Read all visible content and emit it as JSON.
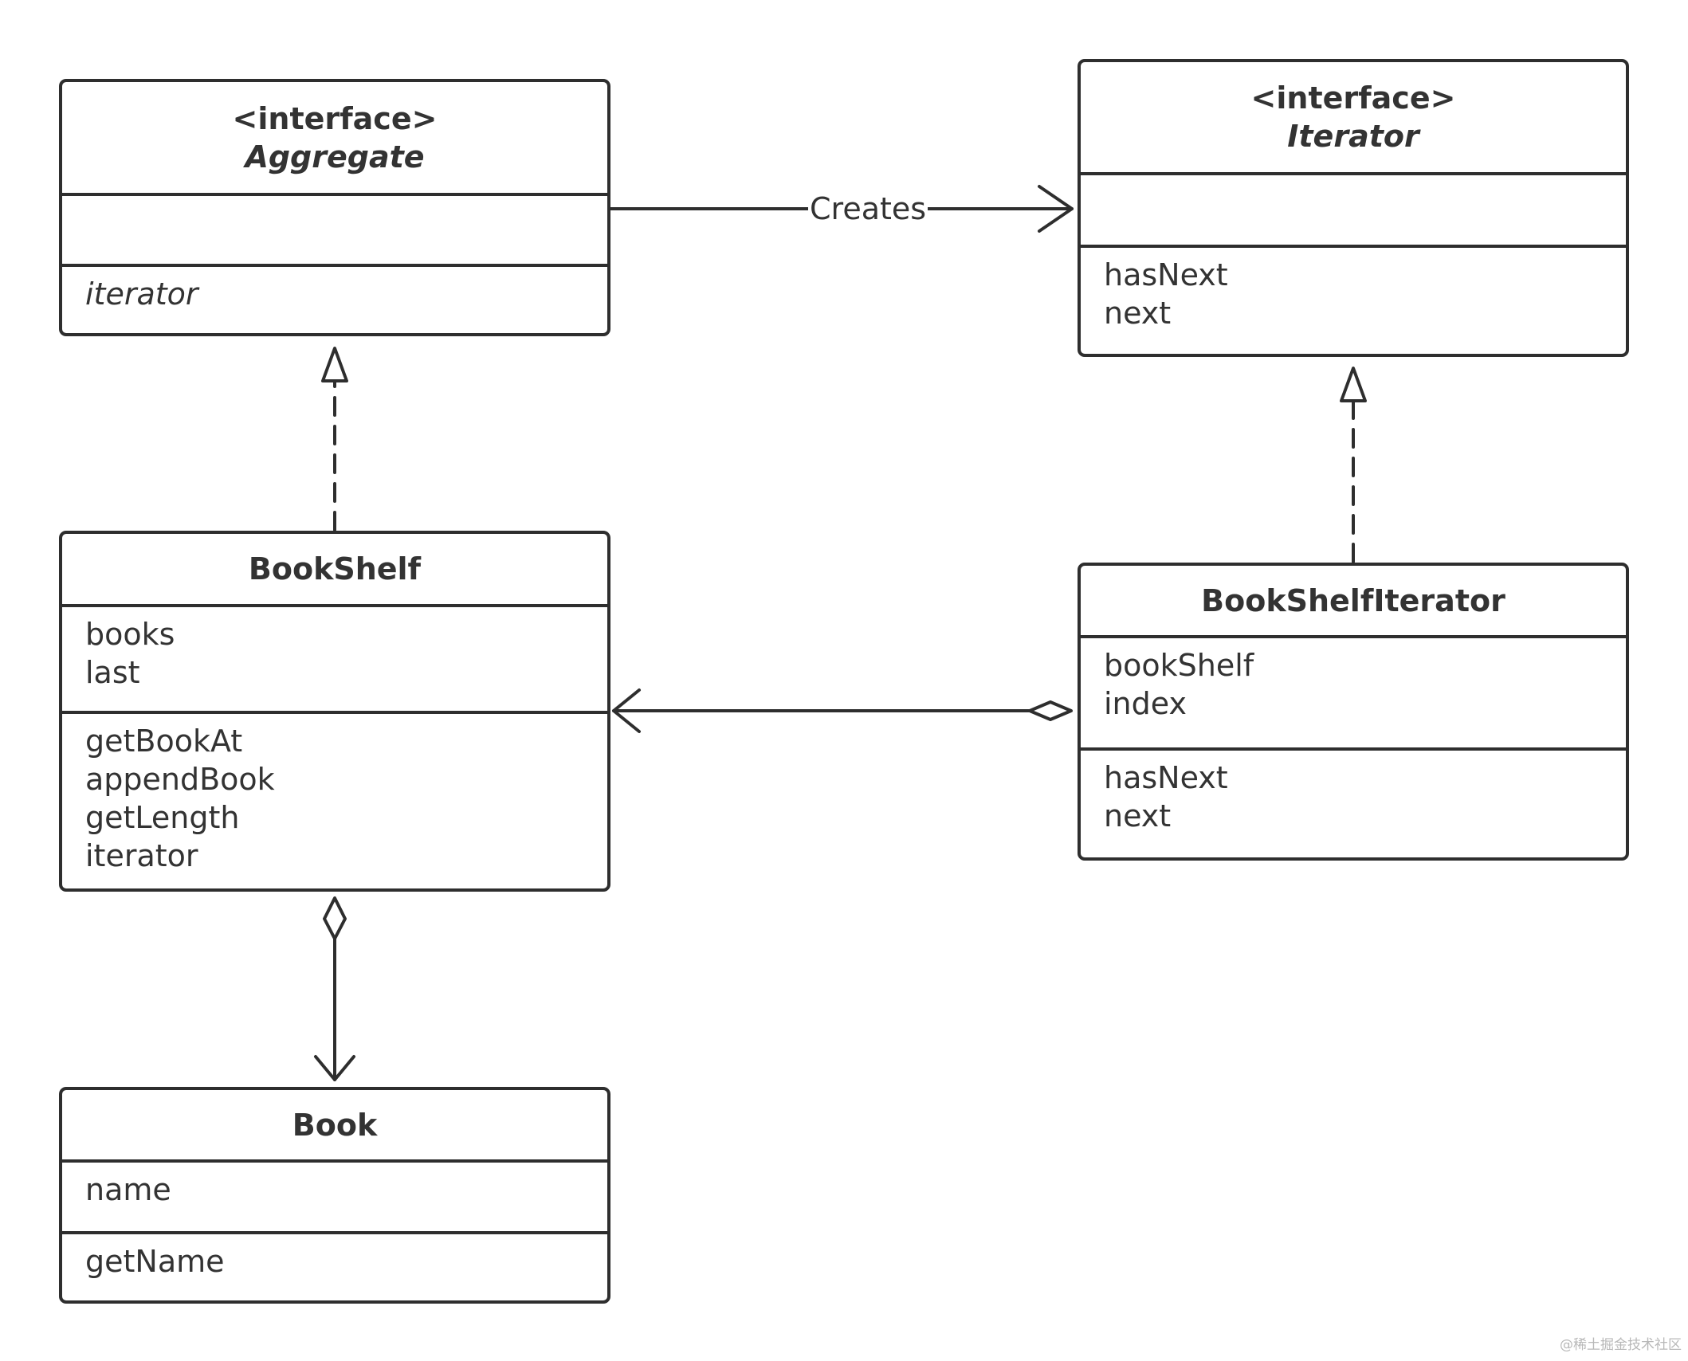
{
  "classes": {
    "aggregate": {
      "stereotype": "<interface>",
      "name": "Aggregate",
      "attributes": [],
      "methods": [
        "iterator"
      ]
    },
    "iterator": {
      "stereotype": "<interface>",
      "name": "Iterator",
      "attributes": [],
      "methods": [
        "hasNext",
        "next"
      ]
    },
    "bookshelf": {
      "name": "BookShelf",
      "attributes": [
        "books",
        "last"
      ],
      "methods": [
        "getBookAt",
        "appendBook",
        "getLength",
        "iterator"
      ]
    },
    "bookshelf_iterator": {
      "name": "BookShelfIterator",
      "attributes": [
        "bookShelf",
        "index"
      ],
      "methods": [
        "hasNext",
        "next"
      ]
    },
    "book": {
      "name": "Book",
      "attributes": [
        "name"
      ],
      "methods": [
        "getName"
      ]
    }
  },
  "relations": {
    "creates_label": "Creates"
  },
  "watermark": "@稀土掘金技术社区",
  "colors": {
    "line": "#2e2e2e",
    "text": "#333333",
    "background": "#ffffff"
  }
}
